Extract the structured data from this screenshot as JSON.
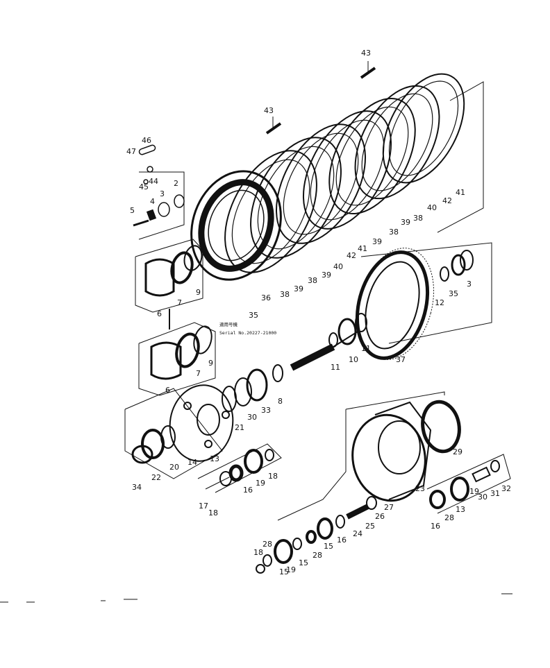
{
  "diagram": {
    "serial_note": {
      "line1": "適用号機",
      "line2": "Serial No.20227-21000"
    },
    "part_labels": [
      {
        "id": "p43a",
        "text": "43"
      },
      {
        "id": "p43b",
        "text": "43"
      },
      {
        "id": "p47",
        "text": "47"
      },
      {
        "id": "p46",
        "text": "46"
      },
      {
        "id": "p45",
        "text": "45"
      },
      {
        "id": "p44",
        "text": "44"
      },
      {
        "id": "p2",
        "text": "2"
      },
      {
        "id": "p3a",
        "text": "3"
      },
      {
        "id": "p4",
        "text": "4"
      },
      {
        "id": "p5",
        "text": "5"
      },
      {
        "id": "p41a",
        "text": "41"
      },
      {
        "id": "p42a",
        "text": "42"
      },
      {
        "id": "p40a",
        "text": "40"
      },
      {
        "id": "p38a",
        "text": "38"
      },
      {
        "id": "p39a",
        "text": "39"
      },
      {
        "id": "p38b",
        "text": "38"
      },
      {
        "id": "p39b",
        "text": "39"
      },
      {
        "id": "p41b",
        "text": "41"
      },
      {
        "id": "p42b",
        "text": "42"
      },
      {
        "id": "p40b",
        "text": "40"
      },
      {
        "id": "p39c",
        "text": "39"
      },
      {
        "id": "p38c",
        "text": "38"
      },
      {
        "id": "p39d",
        "text": "39"
      },
      {
        "id": "p38d",
        "text": "38"
      },
      {
        "id": "p36",
        "text": "36"
      },
      {
        "id": "p35",
        "text": "35"
      },
      {
        "id": "p7a",
        "text": "7"
      },
      {
        "id": "p9a",
        "text": "9"
      },
      {
        "id": "p6a",
        "text": "6"
      },
      {
        "id": "p12",
        "text": "12"
      },
      {
        "id": "p35b",
        "text": "35"
      },
      {
        "id": "p3b",
        "text": "3"
      },
      {
        "id": "p11a",
        "text": "11"
      },
      {
        "id": "p10",
        "text": "10"
      },
      {
        "id": "p11b",
        "text": "11"
      },
      {
        "id": "p37",
        "text": "37"
      },
      {
        "id": "p7b",
        "text": "7"
      },
      {
        "id": "p9b",
        "text": "9"
      },
      {
        "id": "p6b",
        "text": "6"
      },
      {
        "id": "p8",
        "text": "8"
      },
      {
        "id": "p33",
        "text": "33"
      },
      {
        "id": "p30a",
        "text": "30"
      },
      {
        "id": "p21",
        "text": "21"
      },
      {
        "id": "p34",
        "text": "34"
      },
      {
        "id": "p22",
        "text": "22"
      },
      {
        "id": "p20",
        "text": "20"
      },
      {
        "id": "p14",
        "text": "14"
      },
      {
        "id": "p13a",
        "text": "13"
      },
      {
        "id": "p18a",
        "text": "18"
      },
      {
        "id": "p19a",
        "text": "19"
      },
      {
        "id": "p16a",
        "text": "16"
      },
      {
        "id": "p17",
        "text": "17"
      },
      {
        "id": "p18b",
        "text": "18"
      },
      {
        "id": "p29",
        "text": "29"
      },
      {
        "id": "p23",
        "text": "23"
      },
      {
        "id": "p27",
        "text": "27"
      },
      {
        "id": "p25",
        "text": "25"
      },
      {
        "id": "p26",
        "text": "26"
      },
      {
        "id": "p24",
        "text": "24"
      },
      {
        "id": "p16b",
        "text": "16"
      },
      {
        "id": "p15a",
        "text": "15"
      },
      {
        "id": "p28a",
        "text": "28"
      },
      {
        "id": "p15b",
        "text": "15"
      },
      {
        "id": "p19b",
        "text": "19"
      },
      {
        "id": "p28b",
        "text": "28"
      },
      {
        "id": "p18c",
        "text": "18"
      },
      {
        "id": "p15c",
        "text": "15"
      },
      {
        "id": "p32",
        "text": "32"
      },
      {
        "id": "p31",
        "text": "31"
      },
      {
        "id": "p30b",
        "text": "30"
      },
      {
        "id": "p19c",
        "text": "19"
      },
      {
        "id": "p13b",
        "text": "13"
      },
      {
        "id": "p28c",
        "text": "28"
      },
      {
        "id": "p16c",
        "text": "16"
      }
    ]
  }
}
